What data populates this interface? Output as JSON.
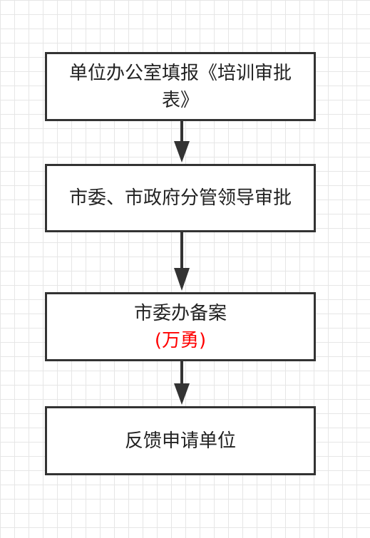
{
  "flowchart": {
    "steps": [
      {
        "text": "单位办公室填报《培训审批表》"
      },
      {
        "text": "市委、市政府分管领导审批"
      },
      {
        "text": "市委办备案",
        "note": "(万勇)"
      },
      {
        "text": "反馈申请单位"
      }
    ]
  },
  "colors": {
    "border": "#333333",
    "text": "#222222",
    "note": "#ff0000",
    "grid": "#e6e6e6"
  }
}
